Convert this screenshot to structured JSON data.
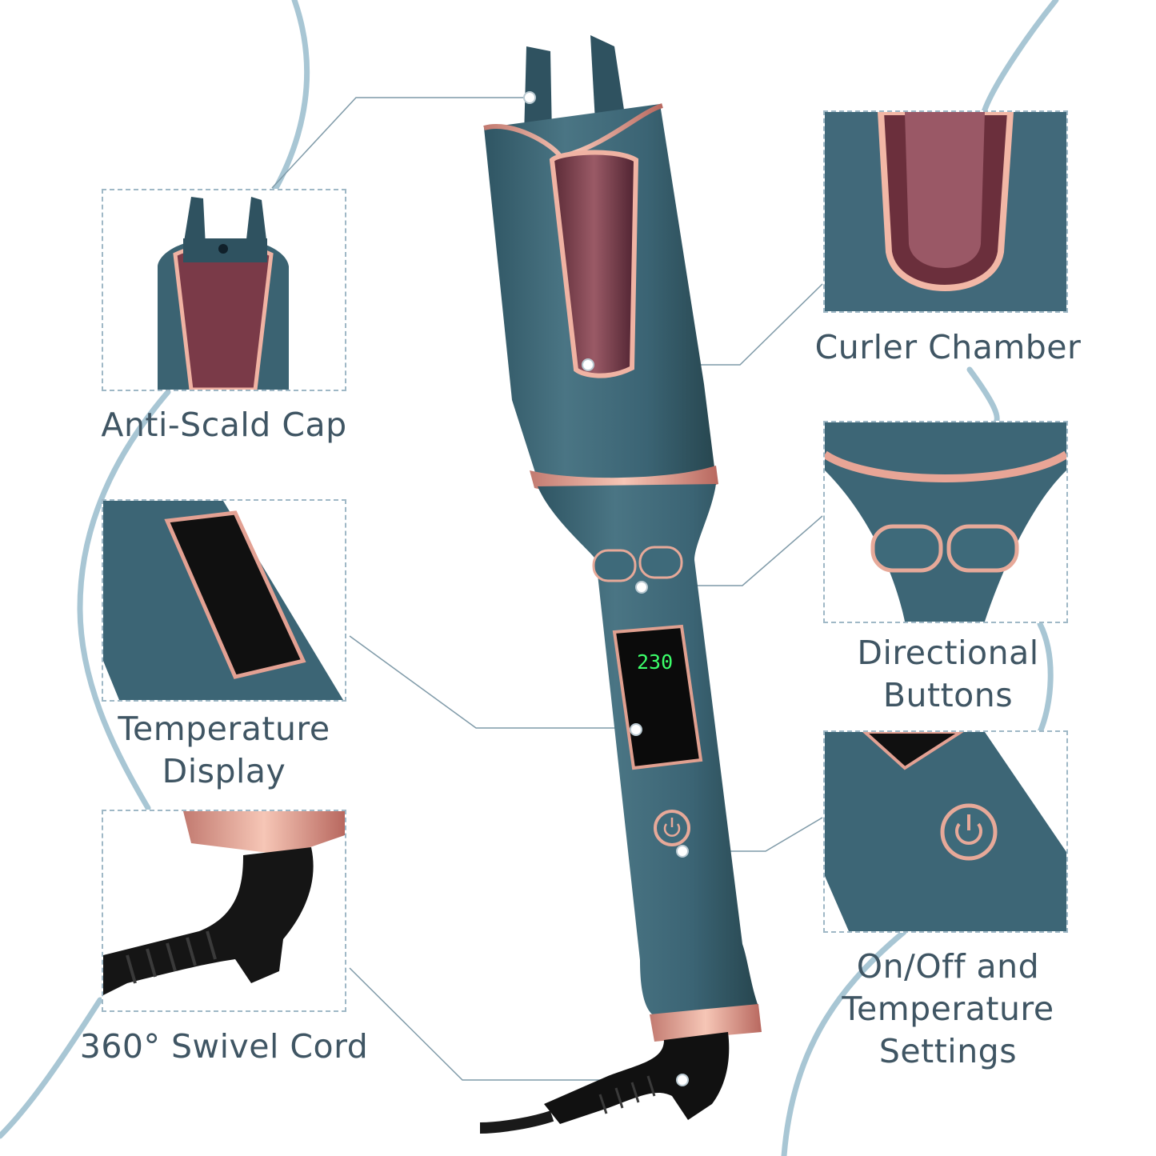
{
  "features": {
    "anti_scald_cap": "Anti-Scald Cap",
    "curler_chamber": "Curler Chamber",
    "temperature_display_line1": "Temperature",
    "temperature_display_line2": "Display",
    "directional_buttons_line1": "Directional",
    "directional_buttons_line2": "Buttons",
    "swivel_cord": "360° Swivel Cord",
    "onoff_line1": "On/Off and",
    "onoff_line2": "Temperature",
    "onoff_line3": "Settings"
  },
  "display": {
    "temperature_value": "230"
  },
  "colors": {
    "body": "#3f6776",
    "body_dark": "#2d4e5b",
    "rose_gold": "#e8a596",
    "chamber": "#7a3a48",
    "swirl": "#a8c6d4",
    "leader": "#7f9aa8"
  }
}
